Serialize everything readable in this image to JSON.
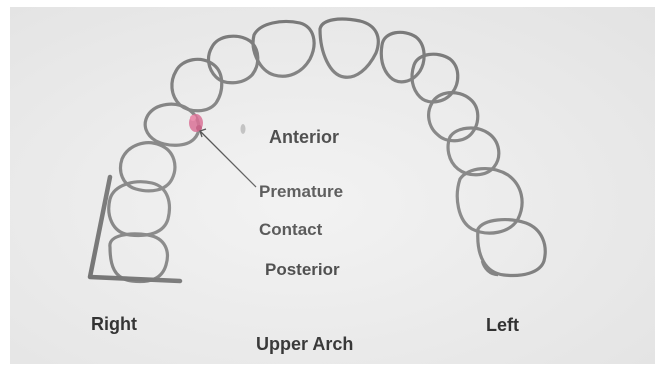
{
  "labels": {
    "anterior": "Anterior",
    "premature": "Premature",
    "contact": "Contact",
    "posterior": "Posterior",
    "right": "Right",
    "left": "Left",
    "upper_arch": "Upper Arch"
  },
  "colors": {
    "paper": "#ececec",
    "tooth_outline": "#666666",
    "contact_mark": "#d24a7a",
    "text": "#111111"
  }
}
